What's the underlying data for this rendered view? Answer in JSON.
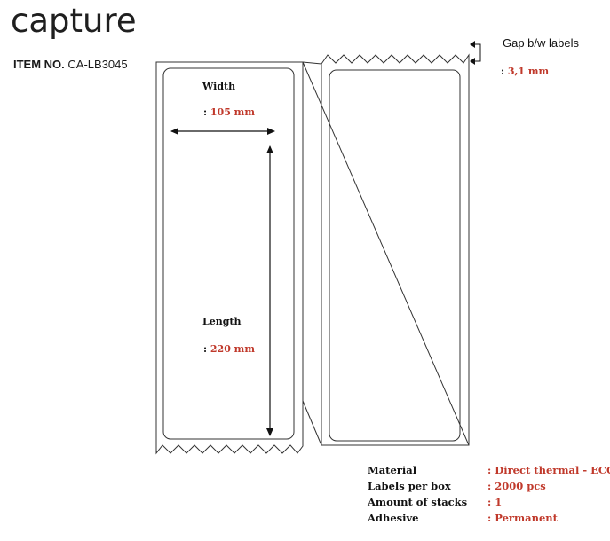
{
  "brand": {
    "logo": "capture"
  },
  "item": {
    "label": "ITEM NO.",
    "number": "CA-LB3045"
  },
  "width": {
    "label": "Width",
    "value": "105 mm"
  },
  "length": {
    "label": "Length",
    "value": "220 mm"
  },
  "gap": {
    "label": "Gap b/w labels",
    "value": "3,1 mm"
  },
  "specs": [
    {
      "key": "Material",
      "value": "Direct thermal - ECO"
    },
    {
      "key": "Labels per box",
      "value": "2000 pcs"
    },
    {
      "key": "Amount of stacks",
      "value": "1"
    },
    {
      "key": "Adhesive",
      "value": "Permanent"
    }
  ],
  "colors": {
    "accent": "#c0392b",
    "text": "#111111",
    "line": "#333333"
  }
}
